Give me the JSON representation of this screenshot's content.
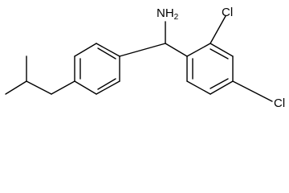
{
  "molecule": {
    "labels": {
      "amine_main": "NH",
      "amine_subscript": "2",
      "chloro_upper": "Cl",
      "chloro_lower": "Cl"
    }
  }
}
